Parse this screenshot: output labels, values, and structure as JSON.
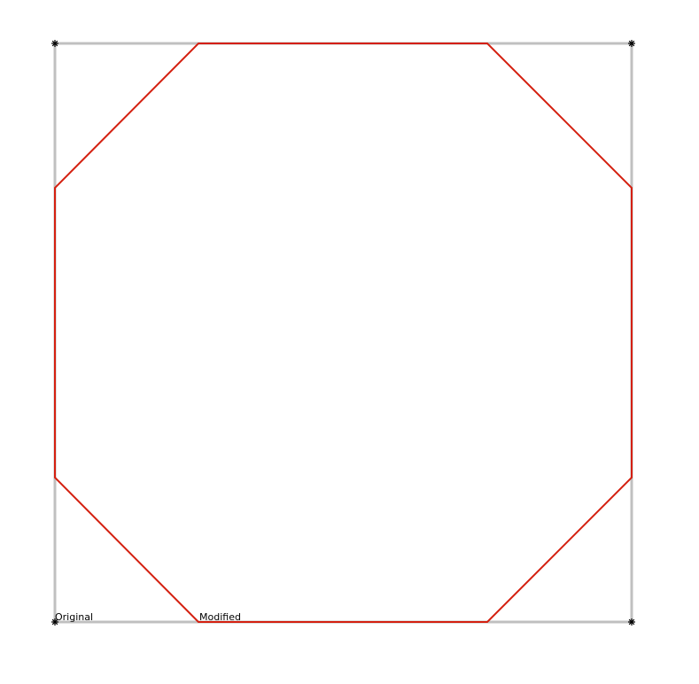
{
  "labels": {
    "original": "Original",
    "modified": "Modified"
  },
  "colors": {
    "background": "#ffffff",
    "original_outline": "#c0c0c0",
    "modified_outline": "#d42010",
    "corner_marker": "#000000",
    "label_text": "#000000"
  },
  "shapes": {
    "original": "square",
    "modified": "octagon"
  },
  "corner_marker_icon": "asterisk-marker"
}
